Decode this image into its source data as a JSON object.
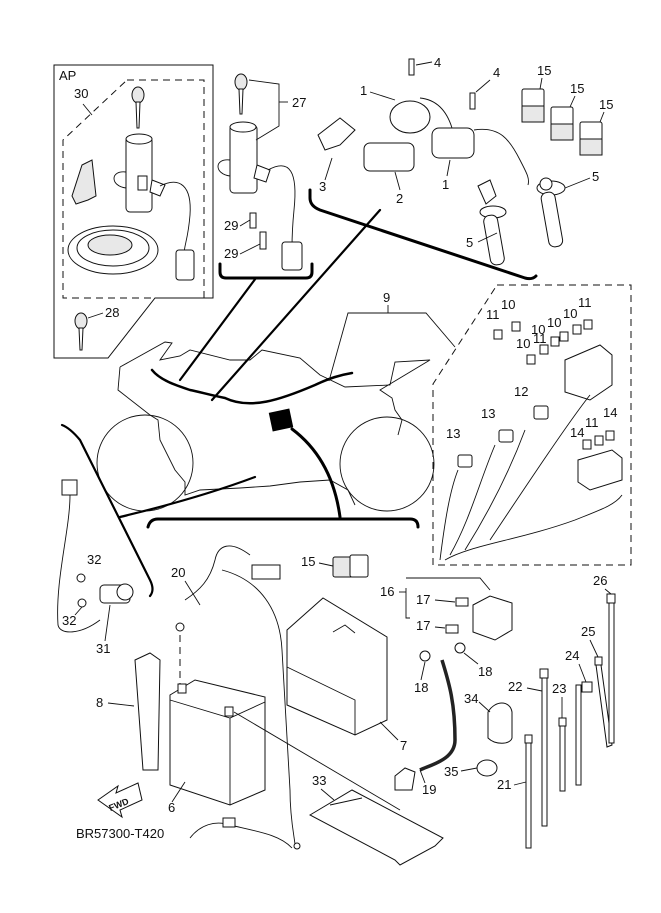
{
  "diagram": {
    "title_code": "BR57300-T420",
    "inset_label": "AP",
    "direction_arrow": "FWD",
    "part_callouts": [
      {
        "id": "1",
        "desc": "ignition coil (front)"
      },
      {
        "id": "1b",
        "text": "1",
        "desc": "ignition coil (rear)"
      },
      {
        "id": "2",
        "desc": "ignition coil body"
      },
      {
        "id": "3",
        "desc": "plug cap"
      },
      {
        "id": "4",
        "desc": "bolt (left)"
      },
      {
        "id": "4b",
        "text": "4",
        "desc": "bolt (right)"
      },
      {
        "id": "5",
        "desc": "spark plug cap (right)"
      },
      {
        "id": "5b",
        "text": "5",
        "desc": "spark plug cap (left)"
      },
      {
        "id": "6",
        "desc": "battery"
      },
      {
        "id": "7",
        "desc": "battery cover"
      },
      {
        "id": "8",
        "desc": "battery band"
      },
      {
        "id": "9",
        "desc": "wire harness"
      },
      {
        "id": "10",
        "desc": "fuse"
      },
      {
        "id": "11",
        "desc": "fuse"
      },
      {
        "id": "12",
        "desc": "connector"
      },
      {
        "id": "13",
        "desc": "connector"
      },
      {
        "id": "14",
        "desc": "fuse"
      },
      {
        "id": "15",
        "desc": "relay"
      },
      {
        "id": "16",
        "desc": "starter relay assy"
      },
      {
        "id": "17",
        "desc": "fuse"
      },
      {
        "id": "18",
        "desc": "bolt"
      },
      {
        "id": "19",
        "desc": "battery lead"
      },
      {
        "id": "20",
        "desc": "earth lead"
      },
      {
        "id": "21",
        "desc": "cable tie"
      },
      {
        "id": "22",
        "desc": "cable tie"
      },
      {
        "id": "23",
        "desc": "cable tie"
      },
      {
        "id": "24",
        "desc": "clamp"
      },
      {
        "id": "25",
        "desc": "cable tie"
      },
      {
        "id": "26",
        "desc": "cable tie"
      },
      {
        "id": "27",
        "desc": "main switch"
      },
      {
        "id": "28",
        "desc": "key blank"
      },
      {
        "id": "29",
        "desc": "bolt"
      },
      {
        "id": "30",
        "desc": "main switch & lock set"
      },
      {
        "id": "31",
        "desc": "sensor"
      },
      {
        "id": "32",
        "desc": "screw"
      },
      {
        "id": "33",
        "desc": "plate"
      },
      {
        "id": "34",
        "desc": "band"
      },
      {
        "id": "35",
        "desc": "clamp"
      }
    ],
    "labels": {
      "l1a": "1",
      "l1b": "1",
      "l2": "2",
      "l3": "3",
      "l4a": "4",
      "l4b": "4",
      "l5a": "5",
      "l5b": "5",
      "l6": "6",
      "l7": "7",
      "l8": "8",
      "l9": "9",
      "l10a": "10",
      "l10b": "10",
      "l10c": "10",
      "l10d": "10",
      "l10e": "10",
      "l11a": "11",
      "l11b": "11",
      "l11c": "11",
      "l11d": "11",
      "l12": "12",
      "l13a": "13",
      "l13b": "13",
      "l14a": "14",
      "l14b": "14",
      "l15a": "15",
      "l15b": "15",
      "l15c": "15",
      "l15d": "15",
      "l16": "16",
      "l17a": "17",
      "l17b": "17",
      "l18a": "18",
      "l18b": "18",
      "l19": "19",
      "l20": "20",
      "l21": "21",
      "l22": "22",
      "l23": "23",
      "l24": "24",
      "l25": "25",
      "l26": "26",
      "l27": "27",
      "l28": "28",
      "l29a": "29",
      "l29b": "29",
      "l30": "30",
      "l31": "31",
      "l32a": "32",
      "l32b": "32",
      "l33": "33",
      "l34": "34",
      "l35": "35"
    }
  }
}
